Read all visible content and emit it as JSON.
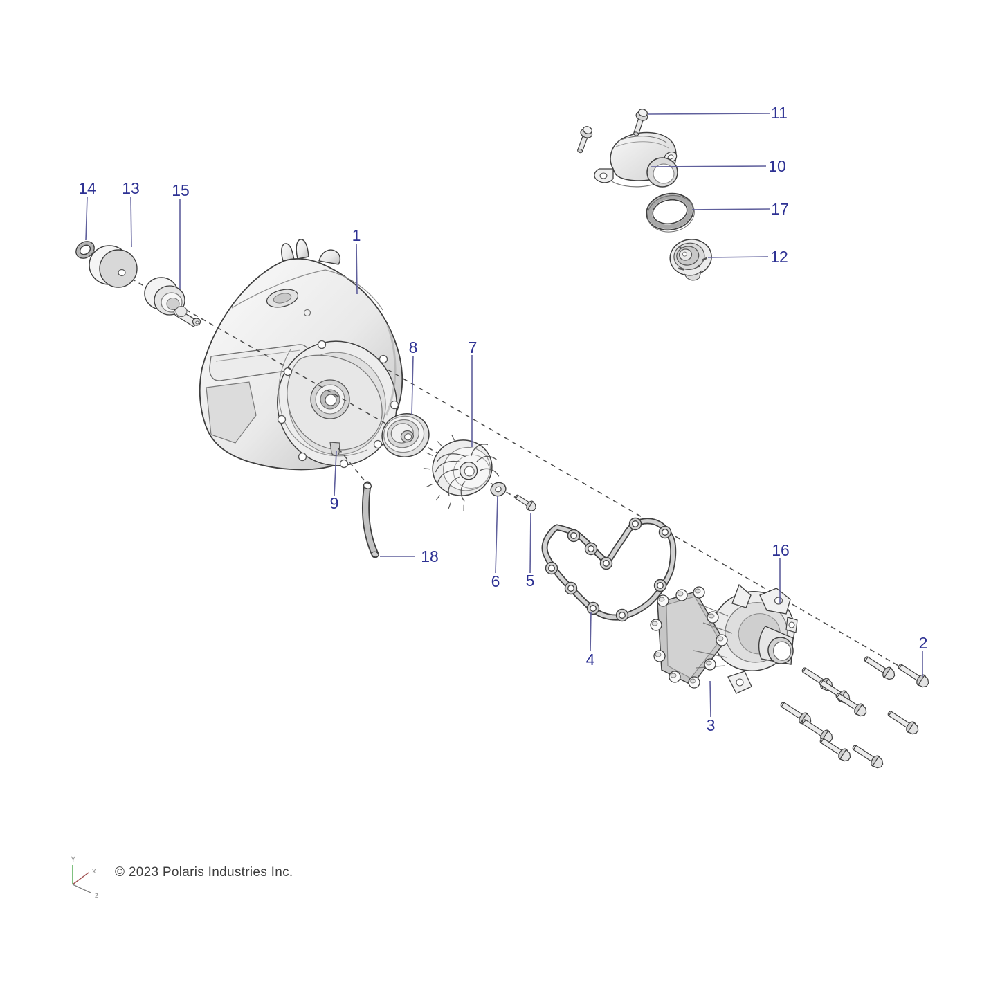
{
  "diagram": {
    "callouts": {
      "c1": "1",
      "c2": "2",
      "c3": "3",
      "c4": "4",
      "c5": "5",
      "c6": "6",
      "c7": "7",
      "c8": "8",
      "c9": "9",
      "c10": "10",
      "c11": "11",
      "c12": "12",
      "c13": "13",
      "c14": "14",
      "c15": "15",
      "c16": "16",
      "c17": "17",
      "c18": "18"
    },
    "copyright": "© 2023 Polaris Industries Inc.",
    "axes": {
      "x": "x",
      "y": "Y",
      "z": "z"
    },
    "colors": {
      "callout_text": "#2d3193",
      "leader_line": "#5f5f9c",
      "part_outline": "#3f3f3f",
      "axis_x": "#a05050",
      "axis_y": "#4aa64a",
      "axis_z": "#808080",
      "background": "#ffffff"
    }
  }
}
